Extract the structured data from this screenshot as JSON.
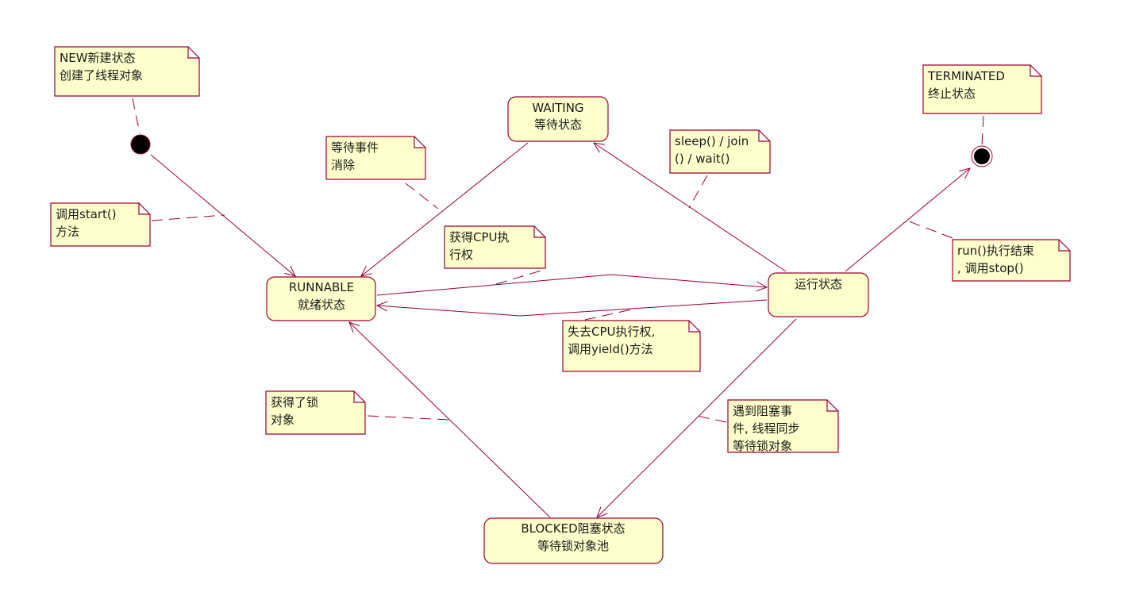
{
  "colors": {
    "stroke": "#990033",
    "fill": "#ffffcc"
  },
  "states": {
    "waiting": [
      "WAITING",
      "等待状态"
    ],
    "runnable": [
      "RUNNABLE",
      "就绪状态"
    ],
    "running": [
      "运行状态"
    ],
    "blocked": [
      "BLOCKED阻塞状态",
      "等待锁对象池"
    ]
  },
  "notes": {
    "new": [
      "NEW新建状态",
      "创建了线程对象"
    ],
    "start": [
      "调用start()",
      "方法"
    ],
    "wait_event": [
      "等待事件",
      "消除"
    ],
    "sleep": [
      "sleep() / join",
      "() /  wait()"
    ],
    "terminated": [
      "TERMINATED",
      "终止状态"
    ],
    "get_cpu": [
      "获得CPU执",
      "行权"
    ],
    "run_end": [
      "run()执行结束",
      ", 调用stop()"
    ],
    "lose_cpu": [
      "失去CPU执行权,",
      "调用yield()方法"
    ],
    "got_lock": [
      "获得了锁",
      "对象"
    ],
    "blocking": [
      "遇到阻塞事",
      "件, 线程同步",
      "等待锁对象"
    ]
  }
}
